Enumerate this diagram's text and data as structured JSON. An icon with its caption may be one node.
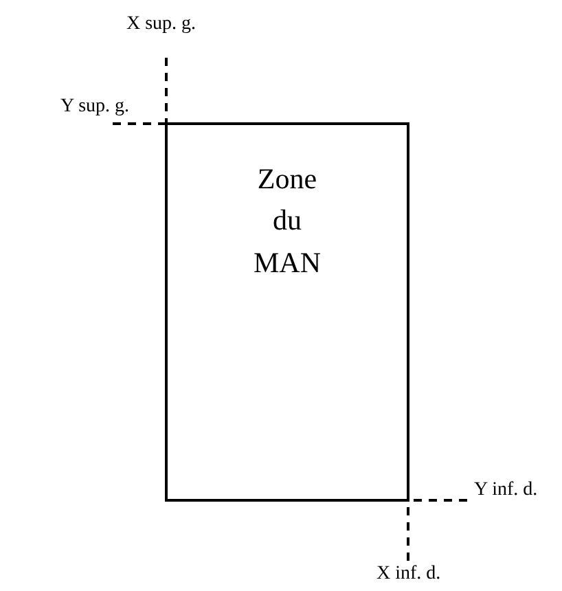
{
  "diagram": {
    "nodes": [
      {
        "text": [
          "Zone du MAN"
        ]
      },
      {
        "text": [
          "X sup. g."
        ]
      },
      {
        "text": [
          "Y sup. g."
        ]
      },
      {
        "text": [
          "Y inf. d."
        ]
      },
      {
        "text": [
          "X inf. d."
        ]
      }
    ],
    "edges": [
      {
        "from": 1,
        "to": 0,
        "arrow": "none",
        "style": "dashed"
      },
      {
        "from": 2,
        "to": 0,
        "arrow": "none",
        "style": "dashed"
      },
      {
        "from": 3,
        "to": 0,
        "arrow": "none",
        "style": "dashed"
      },
      {
        "from": 4,
        "to": 0,
        "arrow": "none",
        "style": "dashed"
      }
    ]
  }
}
